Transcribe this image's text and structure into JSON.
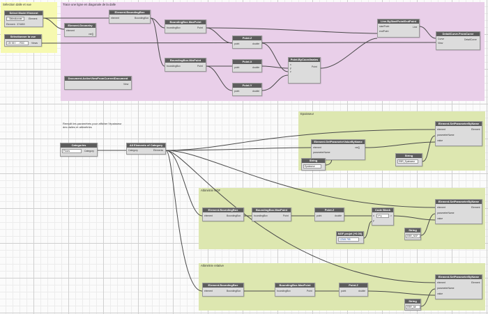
{
  "groups": [
    {
      "id": "selection",
      "title": "Sélection dalle et vue",
      "color": "#f6f9b0"
    },
    {
      "id": "diagonal",
      "title": "Trace une ligne en diagonale de la dalle",
      "color": "#e9cfe9"
    },
    {
      "id": "epaisseur",
      "title": "Epaisseur",
      "color": "#dde7b0"
    },
    {
      "id": "altitude_ngf",
      "title": "Altimétrie NGF",
      "color": "#dde7b0"
    },
    {
      "id": "altitude_relative",
      "title": "Altimétrie relative",
      "color": "#dde7b0"
    }
  ],
  "note": "Remplit les paramètres pour afficher l'épaisseur des dalles et altimétries",
  "nodes": {
    "select_model_element": {
      "title": "Select Model Element",
      "button": "Sélectionner",
      "out": "Element",
      "info": "Element : 374650"
    },
    "select_view": {
      "title": "Sélectionner la vue",
      "value": "1Er NIV - ...RDC",
      "out": "Views"
    },
    "element_geometry": {
      "title": "Element.Geometry",
      "in": "element",
      "out": "var[]"
    },
    "element_boundingbox_top": {
      "title": "Element.BoundingBox",
      "in": "element",
      "out": "BoundingBox"
    },
    "bbox_maxpoint_top": {
      "title": "BoundingBox.MaxPoint",
      "in": "boundingBox",
      "out": "Point"
    },
    "bbox_minpoint_top": {
      "title": "BoundingBox.MinPoint",
      "in": "boundingBox",
      "out": "Point"
    },
    "point_z_top": {
      "title": "Point.Z",
      "in": "point",
      "out": "double"
    },
    "point_x_top": {
      "title": "Point.X",
      "in": "point",
      "out": "double"
    },
    "point_y_top": {
      "title": "Point.Y",
      "in": "point",
      "out": "double"
    },
    "point_by_coordinates": {
      "title": "Point.ByCoordinates",
      "ins": [
        "x",
        "y",
        "z"
      ],
      "out": "Point"
    },
    "line_by_start_end": {
      "title": "Line.ByStartPointEndPoint",
      "ins": [
        "startPoint",
        "endPoint"
      ],
      "out": "Line"
    },
    "detail_curve": {
      "title": "DetailCurve.FromCurve",
      "ins": [
        "Curve",
        "View"
      ],
      "out": "DetailCurve"
    },
    "document_active_view": {
      "title": "Document.ActiveViewFromCurrentDocument",
      "out": "View"
    },
    "categories": {
      "title": "Categories",
      "value": "Floors",
      "out": "Category"
    },
    "all_elements_of_category": {
      "title": "All Elements of Category",
      "in": "Category",
      "out": "Elements"
    },
    "get_param_value": {
      "title": "Element.GetParameterValueByName",
      "ins": [
        "element",
        "parameterName"
      ],
      "out": "var[]"
    },
    "string_epaisseur": {
      "title": "String",
      "value": "Epaisseur",
      "out": ">"
    },
    "string_epaisseur2": {
      "title": "String",
      "value": "EBR_Epaisseur",
      "out": ">"
    },
    "set_param_epaisseur": {
      "title": "Element.SetParameterByName",
      "ins": [
        "element",
        "parameterName",
        "value"
      ],
      "out": "Element"
    },
    "element_boundingbox_ngf": {
      "title": "Element.BoundingBox",
      "in": "element",
      "out": "BoundingBox"
    },
    "bbox_maxpoint_ngf": {
      "title": "BoundingBox.MaxPoint",
      "in": "boundingBox",
      "out": "Point"
    },
    "point_z_ngf": {
      "title": "Point.Z",
      "in": "point",
      "out": "double"
    },
    "code_block": {
      "title": "Code Block",
      "in": "x",
      "code": "x+y;",
      "ins": [
        "x",
        "y"
      ],
      "out": ">"
    },
    "ngf_projet": {
      "title": "NGF projet (+0.00)",
      "value": "12345.755",
      "out": ">"
    },
    "string_ngf": {
      "title": "String",
      "value": "EBR_NGF",
      "out": ">"
    },
    "set_param_ngf": {
      "title": "Element.SetParameterByName",
      "ins": [
        "element",
        "parameterName",
        "value"
      ],
      "out": "Element"
    },
    "element_boundingbox_rel": {
      "title": "Element.BoundingBox",
      "in": "element",
      "out": "BoundingBox"
    },
    "bbox_maxpoint_rel": {
      "title": "BoundingBox.MaxPoint",
      "in": "boundingBox",
      "out": "Point"
    },
    "point_z_rel": {
      "title": "Point.Z",
      "in": "point",
      "out": "double"
    },
    "string_rel": {
      "title": "String",
      "value": "EBR_Alt",
      "out": ">"
    },
    "set_param_rel": {
      "title": "Element.SetParameterByName",
      "ins": [
        "element",
        "parameterName",
        "value"
      ],
      "out": "Element"
    }
  },
  "colors": {
    "wire": "#4a4a4a",
    "header": "#5d5d5d",
    "node_body": "#dcdcdc"
  }
}
